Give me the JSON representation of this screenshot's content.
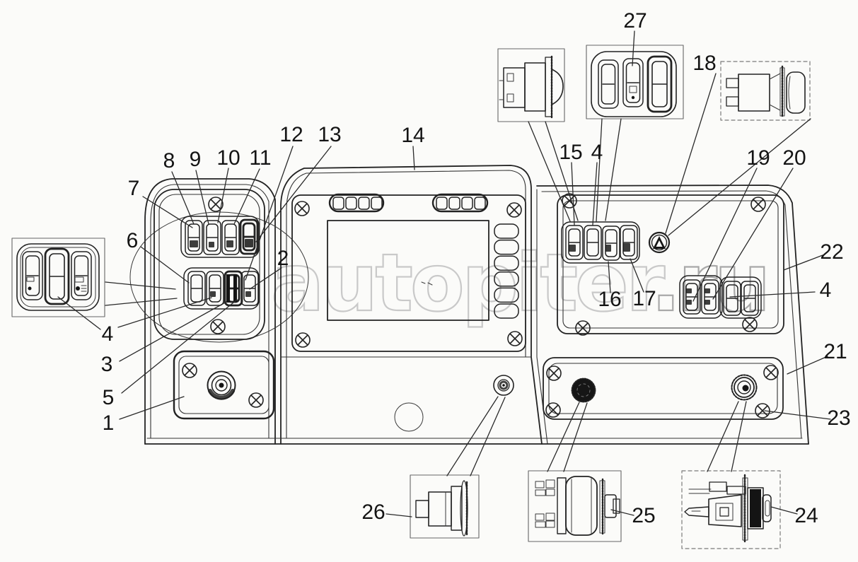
{
  "watermark": {
    "main": "autopiter",
    "suffix": ".ru"
  },
  "icons": {
    "screw": "circle-cross-screw",
    "hazard_button": "triangle-in-circle",
    "ignition_lock": "key-cylinder"
  },
  "callouts": [
    {
      "label": "27"
    },
    {
      "label": "18"
    },
    {
      "label": "12"
    },
    {
      "label": "13"
    },
    {
      "label": "14"
    },
    {
      "label": "15"
    },
    {
      "label": "4"
    },
    {
      "label": "19"
    },
    {
      "label": "20"
    },
    {
      "label": "8"
    },
    {
      "label": "9"
    },
    {
      "label": "10"
    },
    {
      "label": "11"
    },
    {
      "label": "7"
    },
    {
      "label": "6"
    },
    {
      "label": "2"
    },
    {
      "label": "22"
    },
    {
      "label": "4"
    },
    {
      "label": "16"
    },
    {
      "label": "17"
    },
    {
      "label": "4"
    },
    {
      "label": "21"
    },
    {
      "label": "3"
    },
    {
      "label": "5"
    },
    {
      "label": "23"
    },
    {
      "label": "1"
    },
    {
      "label": "26"
    },
    {
      "label": "25"
    },
    {
      "label": "24"
    }
  ]
}
